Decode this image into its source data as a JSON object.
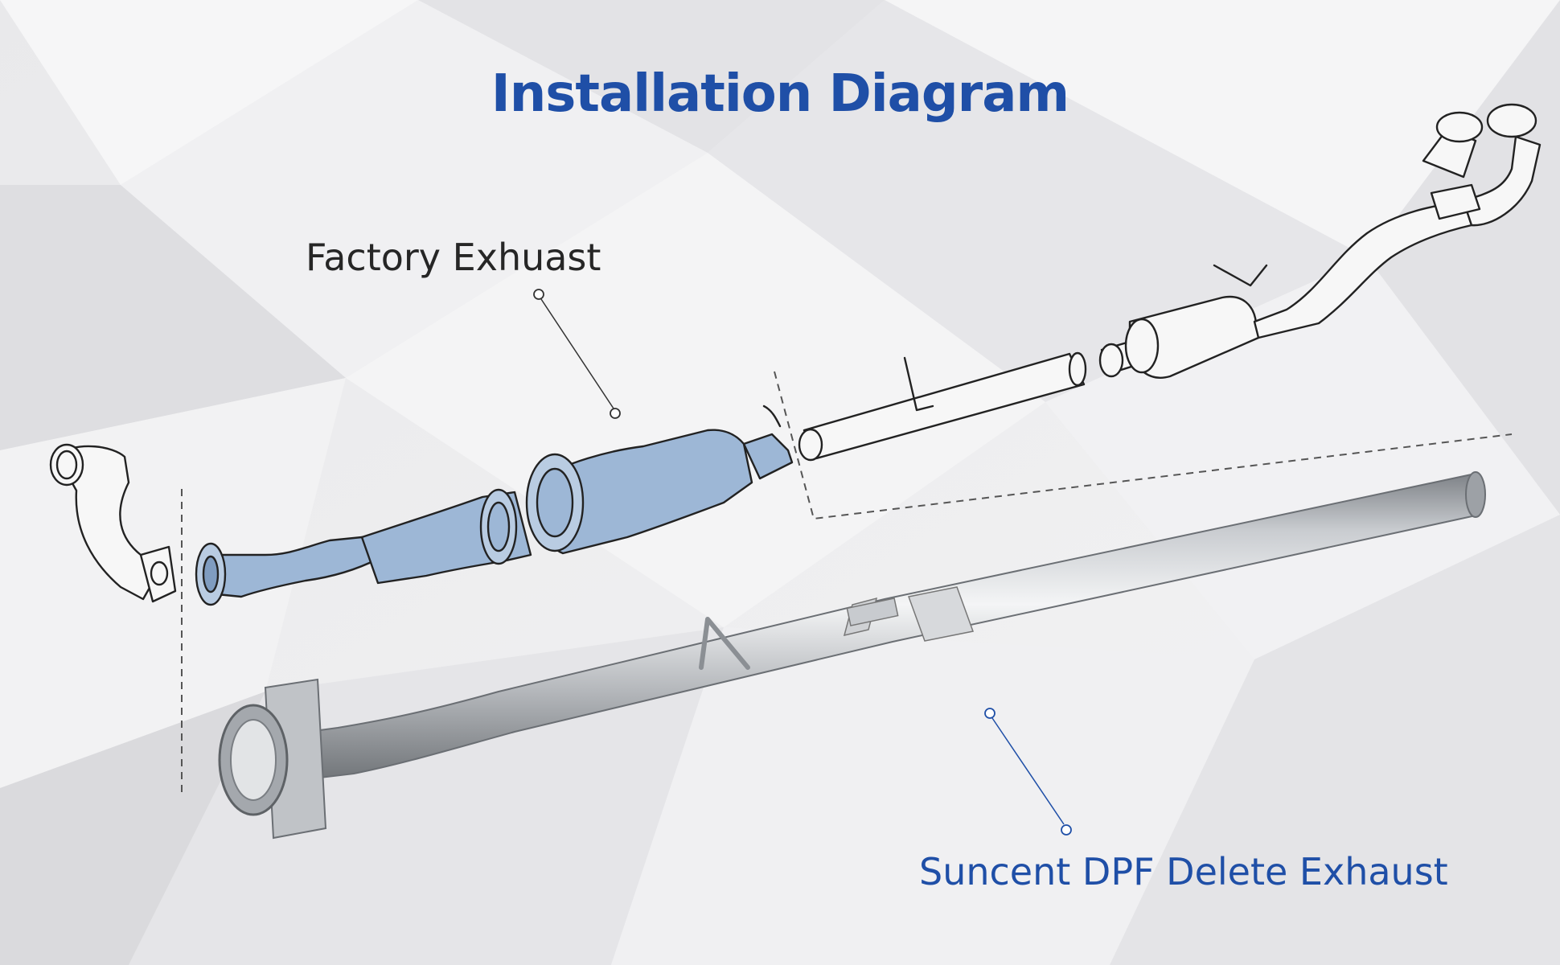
{
  "title": "Installation Diagram",
  "callouts": {
    "factory_exhaust": "Factory Exhuast",
    "delete_exhaust": "Suncent DPF Delete Exhaust"
  },
  "colors": {
    "title": "#1f4fa7",
    "factory_label": "#262626",
    "delete_label": "#1f4fa7",
    "highlight_fill": "#9db7d6",
    "sketch_line": "#222222",
    "pipe_metal": "#c4c6c9",
    "background": "#ececee"
  }
}
